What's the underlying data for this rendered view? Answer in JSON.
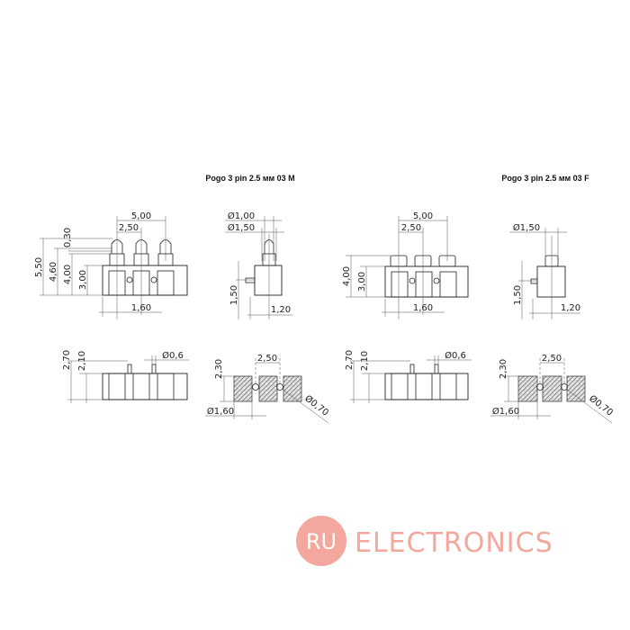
{
  "titles": {
    "m": "Pogo 3 pin 2.5 мм 03 M",
    "f": "Pogo 3 pin 2.5 мм 03 F"
  },
  "dims": {
    "pitch_total": "5,00",
    "pitch": "2,50",
    "h550": "5,50",
    "h460": "4,60",
    "h400": "4,00",
    "h300": "3,00",
    "t030": "0,30",
    "w160": "1,60",
    "d100": "Ø1,00",
    "d150": "Ø1,50",
    "h150": "1,50",
    "w120": "1,20",
    "h270": "2,70",
    "h210": "2,10",
    "d06": "Ø0,6",
    "h230": "2,30",
    "d160": "Ø1,60",
    "d070": "Ø0,70"
  },
  "logo": {
    "mark": "RU",
    "text": "ELECTRONICS",
    "color": "#f3a79d"
  }
}
